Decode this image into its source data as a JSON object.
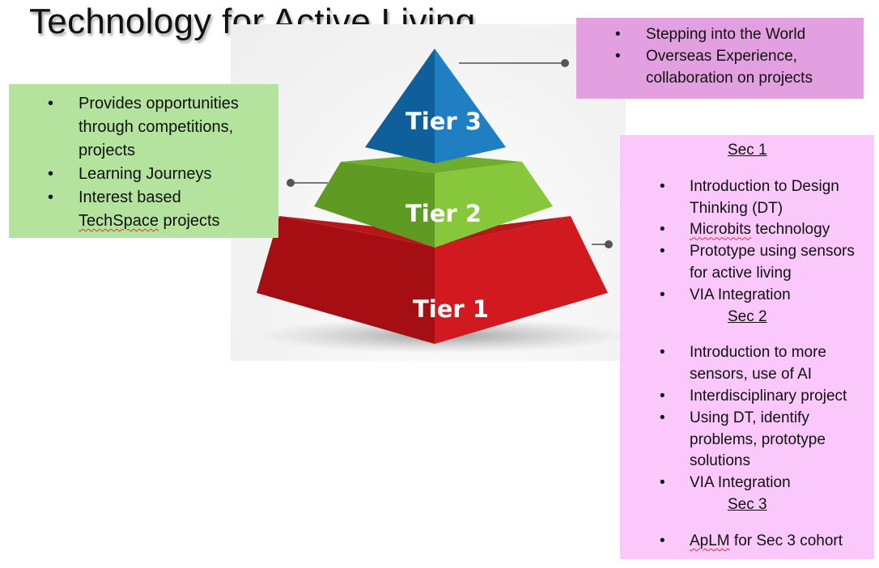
{
  "title": "Technology for Active Living",
  "pyramid": {
    "tier3": "Tier 3",
    "tier2": "Tier 2",
    "tier1": "Tier 1",
    "colors": {
      "tier3": "#1f78b4",
      "tier2": "#7ac142",
      "tier1": "#c1161b"
    }
  },
  "tier3_box": {
    "items": [
      "Stepping into the World",
      "Overseas Experience, collaboration on projects"
    ]
  },
  "tier2_box": {
    "items": [
      "Provides opportunities through competitions, projects",
      "Learning Journeys",
      "Interest based",
      "projects"
    ],
    "techspace": "TechSpace"
  },
  "tier1_box": {
    "sec1": {
      "heading": "Sec 1",
      "items": [
        "Introduction to Design Thinking (DT)",
        " technology",
        "Prototype using sensors for active living",
        "VIA Integration"
      ],
      "microbits": "Microbits"
    },
    "sec2": {
      "heading": "Sec 2",
      "items": [
        "Introduction to more sensors, use of AI",
        "Interdisciplinary project",
        "Using DT, identify problems, prototype solutions",
        "VIA Integration"
      ]
    },
    "sec3": {
      "heading": "Sec 3",
      "items": [
        " for Sec 3 cohort"
      ],
      "aplm": "ApLM"
    }
  }
}
